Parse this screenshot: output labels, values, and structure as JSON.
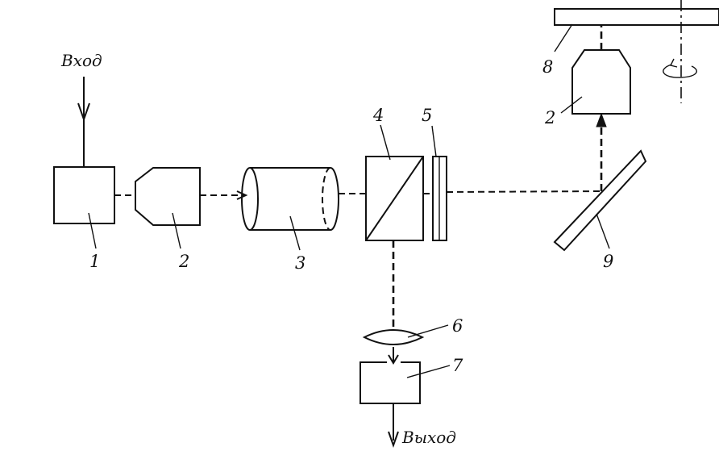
{
  "labels": {
    "input": "Вход",
    "output": "Выход",
    "n1": "1",
    "n2a": "2",
    "n3": "3",
    "n4": "4",
    "n5": "5",
    "n6": "6",
    "n7": "7",
    "n8": "8",
    "n2b": "2",
    "n9": "9"
  }
}
